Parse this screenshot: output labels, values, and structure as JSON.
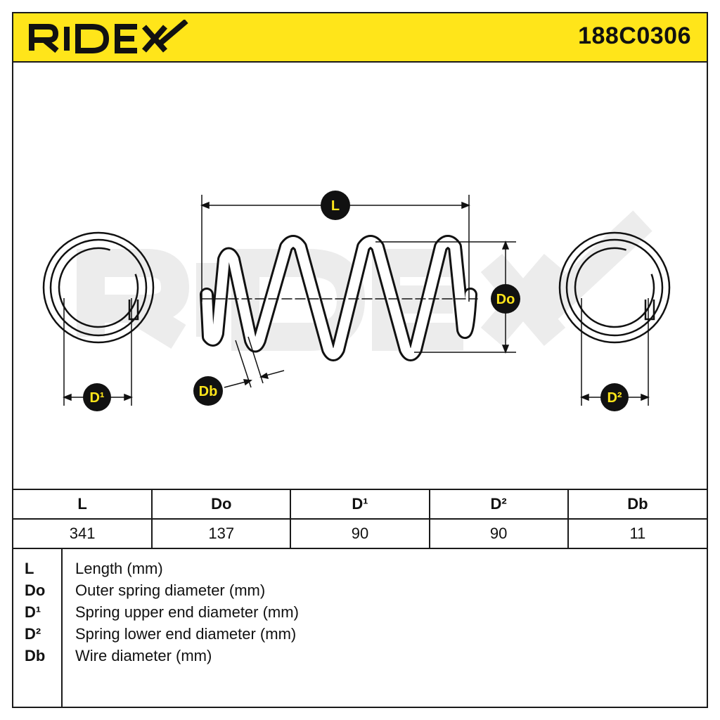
{
  "brand": "RIDEX",
  "part_number": "188C0306",
  "diagram_labels": {
    "length": "L",
    "outer_diameter": "Do",
    "upper_end": "D¹",
    "lower_end": "D²",
    "wire": "Db"
  },
  "specs_table": {
    "headers": [
      "L",
      "Do",
      "D¹",
      "D²",
      "Db"
    ],
    "values": [
      "341",
      "137",
      "90",
      "90",
      "11"
    ]
  },
  "legend": [
    {
      "symbol": "L",
      "description": "Length (mm)"
    },
    {
      "symbol": "Do",
      "description": "Outer spring diameter (mm)"
    },
    {
      "symbol": "D¹",
      "description": "Spring upper end diameter (mm)"
    },
    {
      "symbol": "D²",
      "description": "Spring lower end diameter (mm)"
    },
    {
      "symbol": "Db",
      "description": "Wire diameter (mm)"
    }
  ],
  "colors": {
    "accent": "#ffe51a",
    "ink": "#111111"
  }
}
